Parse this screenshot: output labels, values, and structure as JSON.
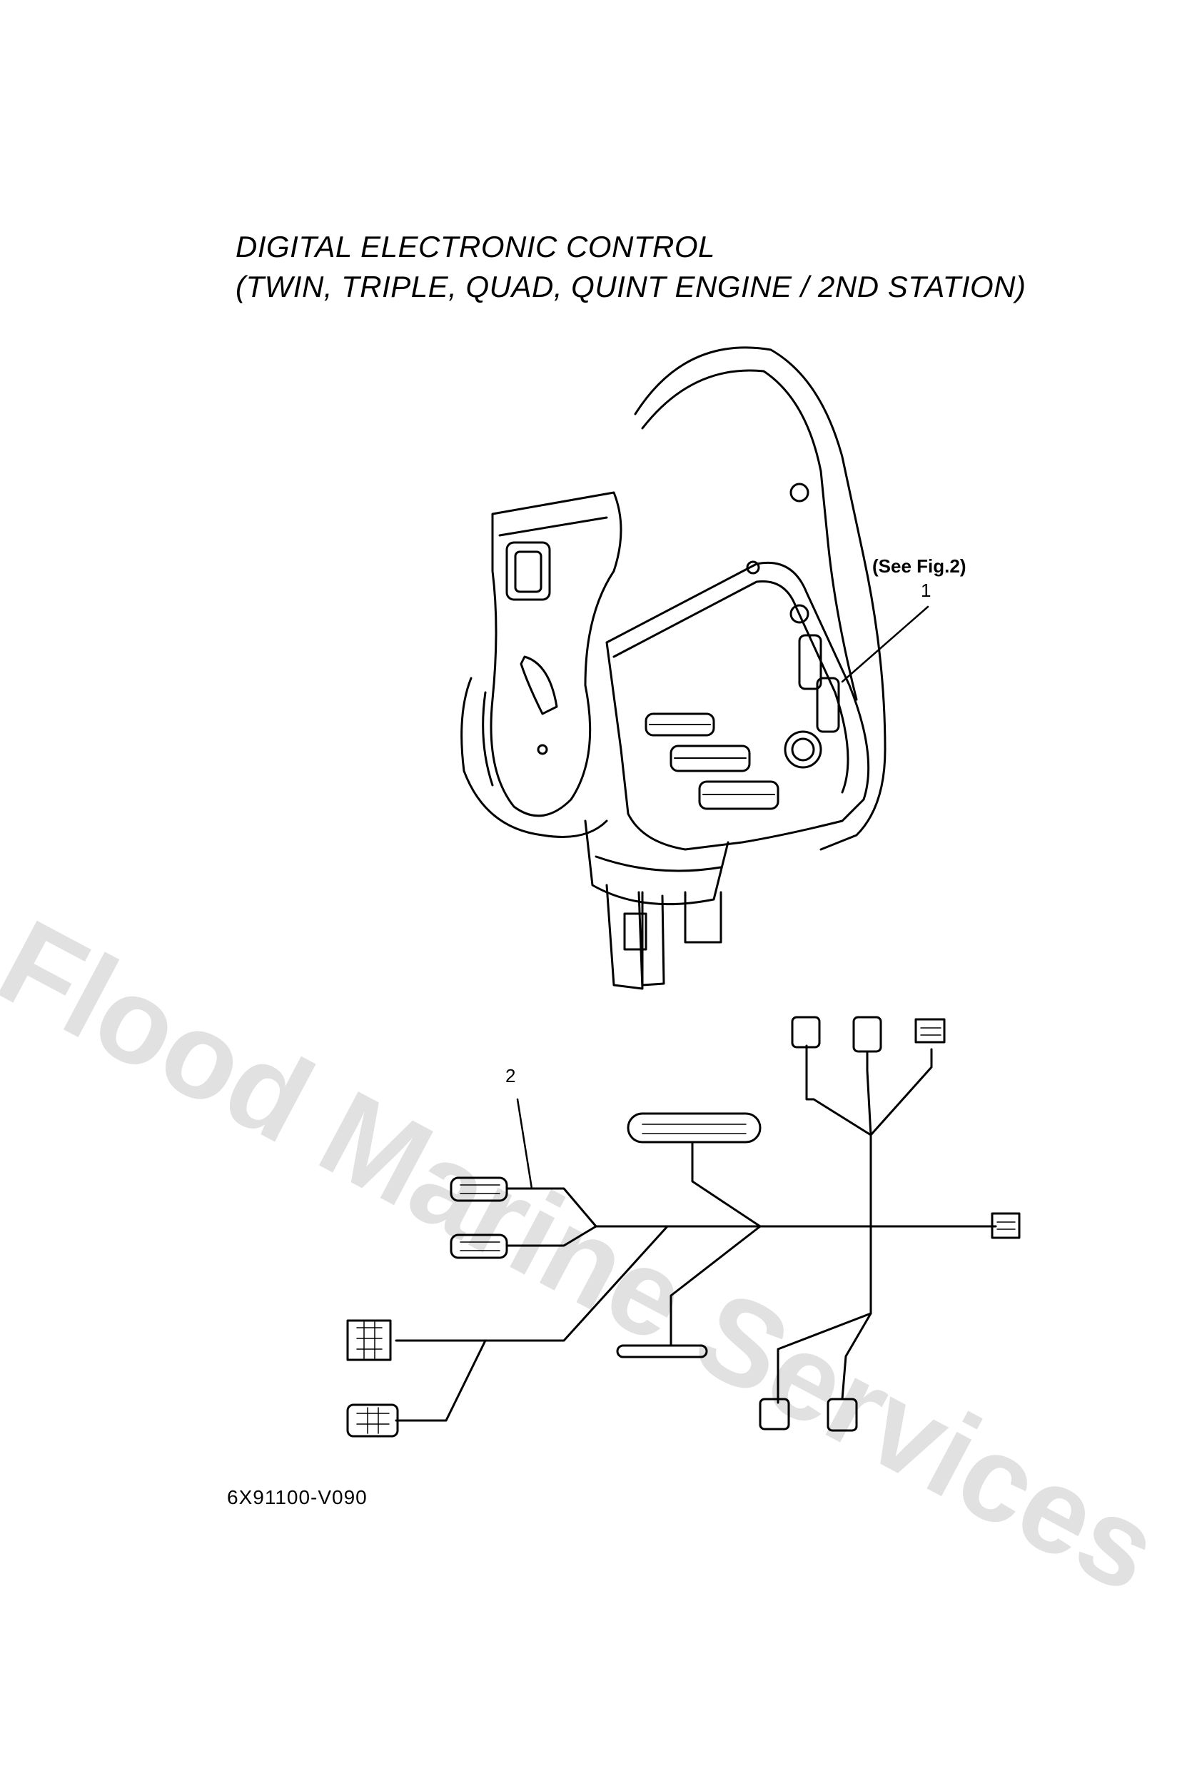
{
  "title": {
    "line1": "DIGITAL ELECTRONIC CONTROL",
    "line2": "(TWIN, TRIPLE, QUAD, QUINT ENGINE / 2ND STATION)"
  },
  "callouts": {
    "see_fig": "(See Fig.2)",
    "part1": "1",
    "part2": "2"
  },
  "part_number": "6X91100-V090",
  "watermark": "Flood Marine Services"
}
